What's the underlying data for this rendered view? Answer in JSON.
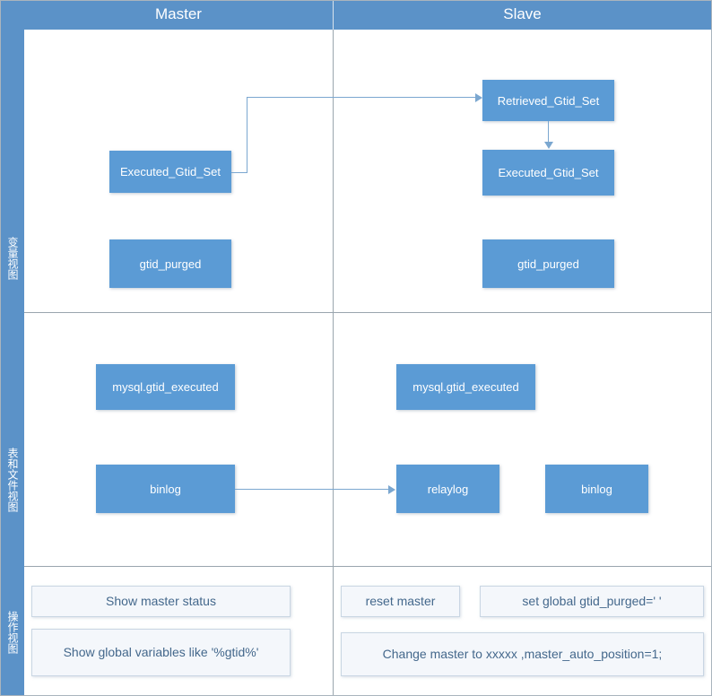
{
  "header": {
    "columns": [
      {
        "label": "Master"
      },
      {
        "label": "Slave"
      }
    ]
  },
  "sidebar": {
    "sections": [
      {
        "label": "变量视图"
      },
      {
        "label": "表和文件视图"
      },
      {
        "label": "操作视图"
      }
    ]
  },
  "sections": {
    "variable_view": {
      "master_boxes": [
        {
          "label": "Executed_Gtid_Set"
        },
        {
          "label": "gtid_purged"
        }
      ],
      "slave_boxes": [
        {
          "label": "Retrieved_Gtid_Set"
        },
        {
          "label": "Executed_Gtid_Set"
        },
        {
          "label": "gtid_purged"
        }
      ]
    },
    "table_file_view": {
      "master_boxes": [
        {
          "label": "mysql.gtid_executed"
        },
        {
          "label": "binlog"
        }
      ],
      "slave_boxes": [
        {
          "label": "mysql.gtid_executed"
        },
        {
          "label": "relaylog"
        },
        {
          "label": "binlog"
        }
      ]
    },
    "operation_view": {
      "master_commands": [
        {
          "label": "Show master status"
        },
        {
          "label": "Show global variables like '%gtid%'"
        }
      ],
      "slave_commands": [
        {
          "label": "reset master"
        },
        {
          "label": "set global gtid_purged='  '"
        },
        {
          "label": "Change master to xxxxx ,master_auto_position=1;"
        }
      ]
    }
  },
  "colors": {
    "box_fill": "#5b9bd5",
    "header_fill": "#5b92c8",
    "connector": "#7ba7d0",
    "command_fill": "#f4f7fb",
    "command_text": "#44688c",
    "divider": "#9aa5ae"
  }
}
